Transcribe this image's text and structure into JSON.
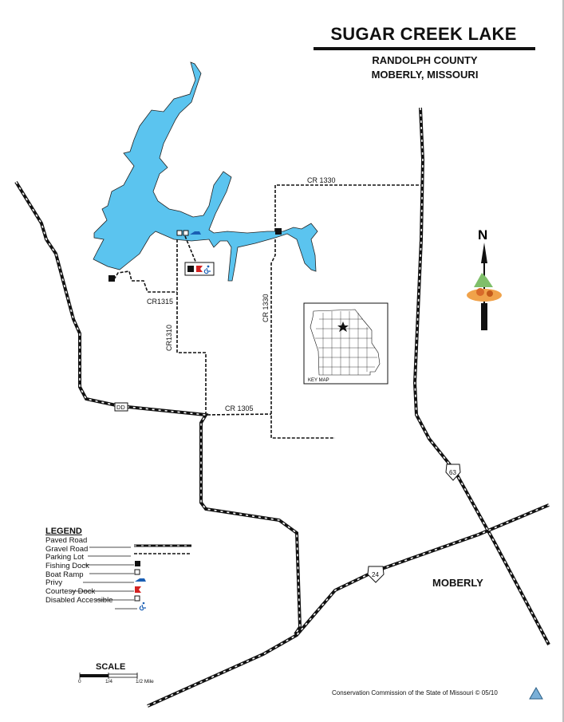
{
  "title": "SUGAR CREEK LAKE",
  "subtitle_line1": "RANDOLPH COUNTY",
  "subtitle_line2": "MOBERLY, MISSOURI",
  "roads": {
    "cr1330_top": "CR 1330",
    "cr1330_vertical": "CR 1330",
    "cr1315": "CR1315",
    "cr1310": "CR1310",
    "cr1305": "CR 1305",
    "dd": "DD",
    "us63": "63",
    "us24": "24"
  },
  "city_label": "MOBERLY",
  "key_map_label": "KEY MAP",
  "north_label": "N",
  "legend": {
    "title": "LEGEND",
    "items": [
      {
        "label": "Paved Road",
        "icon": "paved-road-line"
      },
      {
        "label": "Gravel Road",
        "icon": "gravel-road-line"
      },
      {
        "label": "Parking Lot",
        "icon": "parking-lot-square"
      },
      {
        "label": "Fishing Dock",
        "icon": "fishing-dock-symbol"
      },
      {
        "label": "Boat Ramp",
        "icon": "boat-ramp-icon"
      },
      {
        "label": "Privy",
        "icon": "privy-icon"
      },
      {
        "label": "Courtesy Dock",
        "icon": "courtesy-dock-symbol"
      },
      {
        "label": "Disabled Accessible",
        "icon": "wheelchair-icon"
      }
    ]
  },
  "scale": {
    "title": "SCALE",
    "ticks": [
      "0",
      "1/4",
      "1/2 Mile"
    ]
  },
  "footer": "Conservation Commission of the State of Missouri © 05/10",
  "colors": {
    "lake": "#5bc4ef",
    "road": "#111111",
    "privy": "#d32222",
    "accessible": "#1a5fb4"
  }
}
